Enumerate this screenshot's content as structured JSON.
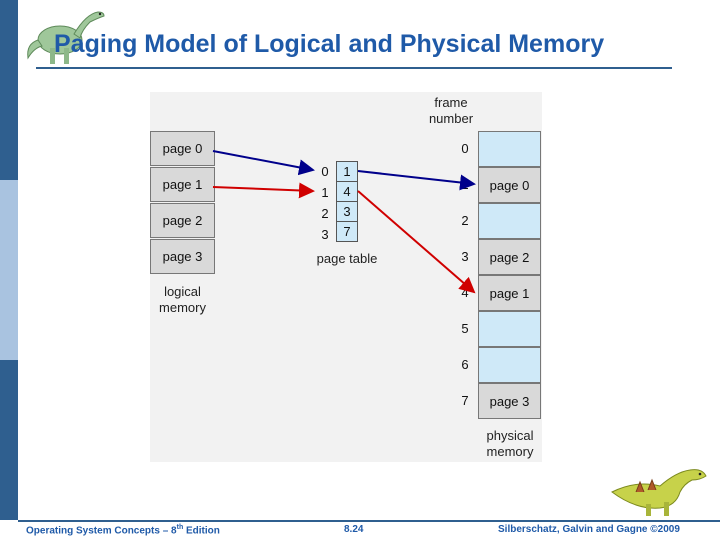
{
  "slide": {
    "title": "Paging Model of Logical and Physical Memory"
  },
  "logical_memory": {
    "pages": [
      "page 0",
      "page 1",
      "page 2",
      "page 3"
    ],
    "label_line1": "logical",
    "label_line2": "memory"
  },
  "page_table": {
    "indices": [
      "0",
      "1",
      "2",
      "3"
    ],
    "frames": [
      "1",
      "4",
      "3",
      "7"
    ],
    "label": "page table"
  },
  "physical_memory": {
    "header_line1": "frame",
    "header_line2": "number",
    "frame_numbers": [
      "0",
      "1",
      "2",
      "3",
      "4",
      "5",
      "6",
      "7"
    ],
    "frames": [
      "",
      "page 0",
      "",
      "page 2",
      "page 1",
      "",
      "",
      "page 3"
    ],
    "label_line1": "physical",
    "label_line2": "memory"
  },
  "colors": {
    "title": "#1f5aa8",
    "arrow_blue": "#00008b",
    "arrow_red": "#d00000",
    "frame_filled": "#d9d9d9",
    "frame_empty": "#cfe9f8"
  },
  "footer": {
    "left_prefix": "Operating System Concepts – 8",
    "left_sup": "th",
    "left_suffix": " Edition",
    "center": "8.24",
    "right": "Silberschatz, Galvin and Gagne ©2009"
  }
}
